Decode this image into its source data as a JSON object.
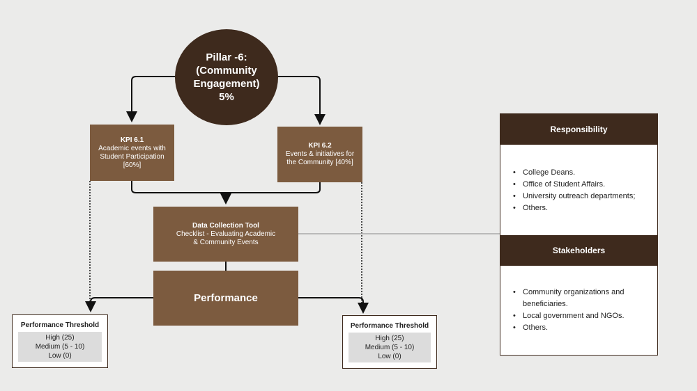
{
  "pillar": {
    "line1": "Pillar -6:",
    "line2": "(Community",
    "line3": "Engagement)",
    "line4": "5%"
  },
  "kpi_left": {
    "title": "KPI 6.1",
    "line1": "Academic events with",
    "line2": "Student Participation",
    "line3": "[60%]"
  },
  "kpi_right": {
    "title": "KPI 6.2",
    "line1": "Events & initiatives for",
    "line2": "the Community [40%]"
  },
  "data_tool": {
    "title": "Data Collection Tool",
    "line1": "Checklist - Evaluating Academic",
    "line2": "& Community Events"
  },
  "performance": {
    "label": "Performance"
  },
  "threshold_left": {
    "title": "Performance Threshold",
    "high": "High (25)",
    "medium": "Medium (5 - 10)",
    "low": "Low (0)"
  },
  "threshold_right": {
    "title": "Performance Threshold",
    "high": "High (25)",
    "medium": "Medium (5 - 10)",
    "low": "Low (0)"
  },
  "responsibility": {
    "title": "Responsibility",
    "items": [
      "College Deans.",
      "Office of Student Affairs.",
      "University outreach departments;",
      "Others."
    ]
  },
  "stakeholders": {
    "title": "Stakeholders",
    "items": [
      "Community organizations and beneficiaries.",
      "Local government and NGOs.",
      "Others."
    ]
  },
  "colors": {
    "dark_brown": "#3e2a1d",
    "brown": "#7c5b3f",
    "background": "#ebebea"
  }
}
